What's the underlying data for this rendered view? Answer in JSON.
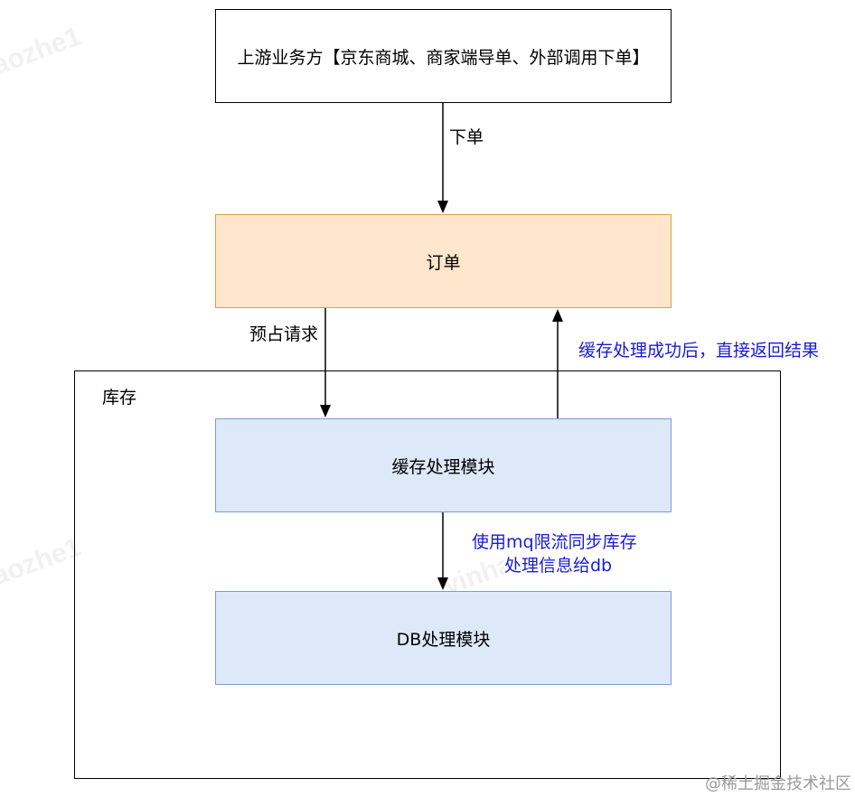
{
  "nodes": {
    "upstream": {
      "label": "上游业务方【京东商城、商家端导单、外部调用下单】"
    },
    "order": {
      "label": "订单"
    },
    "inventory_group": {
      "label": "库存"
    },
    "cache_module": {
      "label": "缓存处理模块"
    },
    "db_module": {
      "label": "DB处理模块"
    }
  },
  "edges": {
    "place_order": {
      "label": "下单"
    },
    "reserve_request": {
      "label": "预占请求"
    },
    "cache_success": {
      "label": "缓存处理成功后，直接返回结果"
    },
    "mq_sync": {
      "line1": "使用mq限流同步库存",
      "line2": "处理信息给db"
    }
  },
  "watermarks": [
    "aozhe1",
    "yinha01",
    "aozhe1",
    "yinha"
  ],
  "footer": {
    "text": "@稀土掘金技术社区"
  },
  "colors": {
    "order_fill": "#fde6cc",
    "order_border": "#d6a245",
    "module_fill": "#dde8f8",
    "module_border": "#7f9bd3",
    "blue_text": "#1a1ad6"
  }
}
